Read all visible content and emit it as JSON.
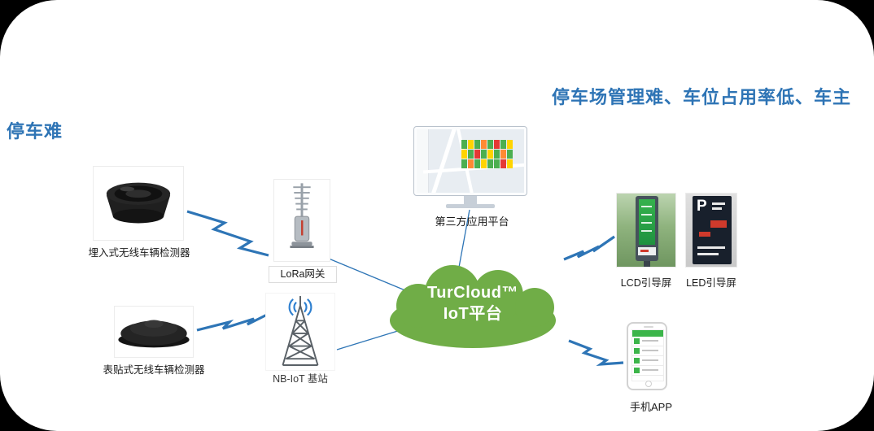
{
  "title": {
    "line1": "停车场管理难、车位占用率低、车主",
    "line2": "停车难"
  },
  "cloud": {
    "line1": "TurCloud™",
    "line2": "IoT平台"
  },
  "nodes": {
    "third_party_platform": {
      "label": "第三方应用平台"
    },
    "embedded_detector": {
      "label": "埋入式无线车辆检测器"
    },
    "lora_gateway": {
      "label": "LoRa网关"
    },
    "surface_detector": {
      "label": "表贴式无线车辆检测器"
    },
    "nbiot_base_station": {
      "label": "NB-IoT 基站"
    },
    "lcd_screen": {
      "label": "LCD引导屏"
    },
    "led_screen": {
      "label": "LED引导屏",
      "letter": "P"
    },
    "phone_app": {
      "label": "手机APP"
    }
  },
  "colors": {
    "title_blue": "#2E74B5",
    "cloud_green": "#70AD47",
    "connector_blue": "#2E75B6"
  }
}
